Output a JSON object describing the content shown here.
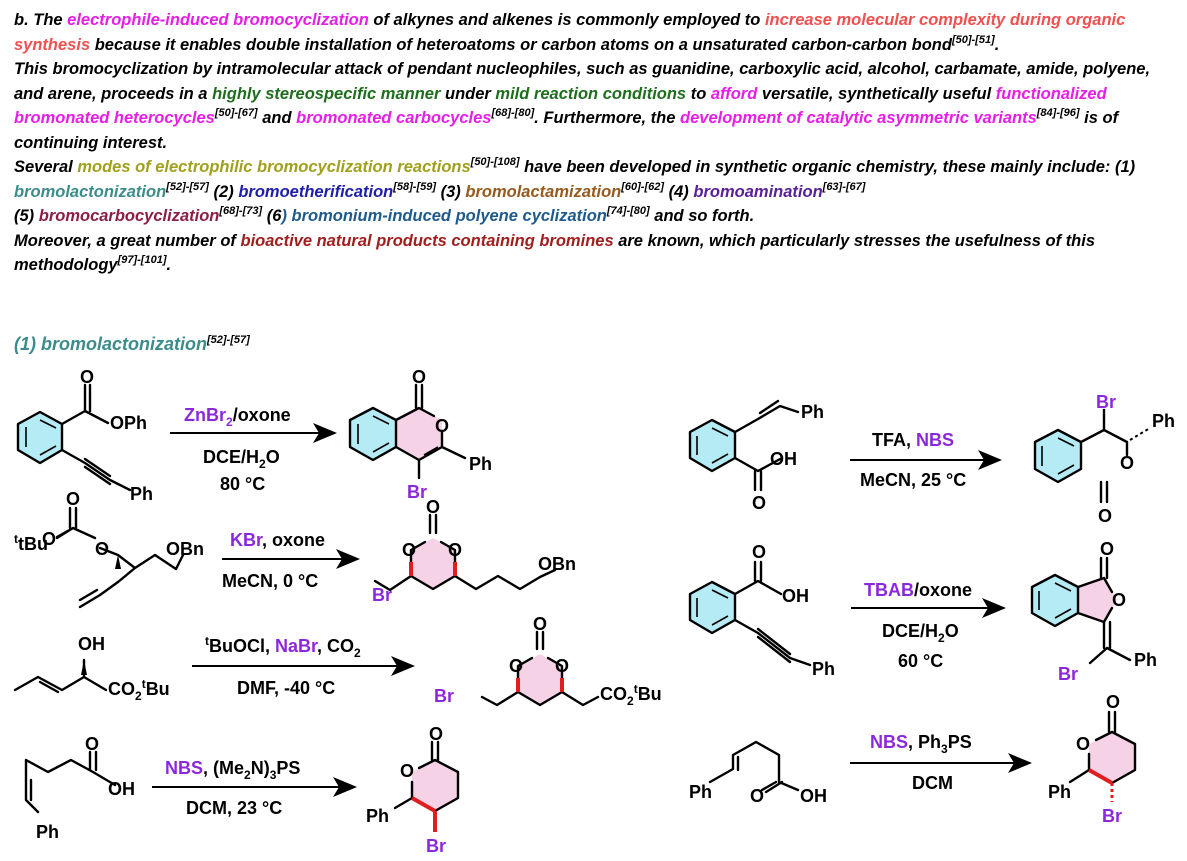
{
  "intro": {
    "sentences": [
      {
        "prefix": "b. The ",
        "hl1": "electrophile-induced bromocyclization",
        "mid1": " of alkynes and alkenes is commonly employed to ",
        "hl2": "increase molecular complexity during organic synthesis",
        "mid2": " because it enables double installation of heteroatoms or carbon atoms on a unsaturated carbon-carbon bond",
        "ref": "[50]-[51]",
        "end": "."
      },
      {
        "prefix": "This bromocyclization by intramolecular attack of pendant nucleophiles, such as guanidine, carboxylic acid, alcohol, carbamate, amide, polyene, and arene, proceeds in a ",
        "hl1": "highly stereospecific manner",
        "mid1": " under ",
        "hl2": "mild reaction conditions",
        "mid2": " to ",
        "hl3": "afford",
        "mid3": " versatile, synthetically useful ",
        "hl4": "functionalized bromonated heterocycles",
        "ref1": "[50]-[67]",
        "mid4": " and ",
        "hl5": "bromonated carbocycles",
        "ref2": "[68]-[80]",
        "mid5": ". Furthermore, the ",
        "hl6": "development of catalytic asymmetric variants",
        "ref3": "[84]-[96]",
        "end": " is of continuing interest."
      },
      {
        "prefix": "Several ",
        "hl1": "modes of electrophilic bromocyclization reactions",
        "ref": "[50]-[108]",
        "mid": " have been developed in synthetic organic chemistry, these mainly include: ",
        "modes": [
          {
            "num": "(1) ",
            "name": "bromolactonization",
            "ref": "[52]-[57]"
          },
          {
            "num": " (2) ",
            "name": "bromoetherification",
            "ref": "[58]-[59]"
          },
          {
            "num": " (3) ",
            "name": "bromolactamization",
            "ref": "[60]-[62]"
          },
          {
            "num": " (4) ",
            "name": "bromoamination",
            "ref": "[63]-[67]"
          },
          {
            "num": "(5) ",
            "name": "bromocarbocyclization",
            "ref": "[68]-[73]"
          },
          {
            "num": " (6",
            "name": ") bromonium-induced polyene cyclization",
            "ref": "[74]-[80]"
          }
        ],
        "end": " and so forth."
      },
      {
        "prefix": "Moreover, a great number of ",
        "hl1": "bioactive natural products containing bromines",
        "mid": " are known, which particularly stresses the usefulness of this methodology",
        "ref": "[97]-[101]",
        "end": "."
      }
    ]
  },
  "section": {
    "title": "(1) bromolactonization",
    "ref": "[52]-[57]"
  },
  "colors": {
    "magenta": "#e61ee6",
    "salmon": "#f05050",
    "green": "#1e6e1e",
    "navy": "#1e1e96",
    "olive": "#a0a01e",
    "teal": "#3c8c8c",
    "blue": "#1e1eaa",
    "brown": "#965a1e",
    "purple": "#5a1e96",
    "maroon": "#8c1e46",
    "steel": "#1e5a8c",
    "darkred": "#a01e1e",
    "reagent": "#8c28dc",
    "ring": "#b4ebf5",
    "lactone": "#f5d2e6"
  },
  "reactions": {
    "r1": {
      "reagent_hl": "ZnBr",
      "reagent_sub": "2",
      "reagent_rest": "/oxone",
      "cond1": "DCE/H",
      "cond1_sub": "2",
      "cond1_rest": "O",
      "cond2": "80 °C",
      "sm_labels": [
        "O",
        "OPh",
        "Ph"
      ],
      "pr_labels": [
        "O",
        "O",
        "Ph",
        "Br"
      ]
    },
    "r2": {
      "reagent_hl": "KBr",
      "reagent_rest": ", oxone",
      "cond1": "MeCN, 0 °C",
      "sm_labels": [
        "O",
        "O",
        "O",
        "tBu",
        "OBn"
      ],
      "pr_labels": [
        "O",
        "O",
        "O",
        "Br",
        "OBn"
      ]
    },
    "r3": {
      "reagent_pre": "BuOCl, ",
      "reagent_t": "t",
      "reagent_hl": "NaBr",
      "reagent_rest": ", CO",
      "reagent_sub": "2",
      "cond1": "DMF, -40 °C",
      "sm_labels": [
        "OH",
        "CO",
        "2",
        "t",
        "Bu"
      ],
      "pr_labels": [
        "O",
        "O",
        "O",
        "Br",
        "CO",
        "2",
        "t",
        "Bu"
      ]
    },
    "r4": {
      "reagent_hl": "NBS",
      "reagent_rest": ", (Me",
      "reagent_sub": "2",
      "reagent_rest2": "N)",
      "reagent_sub2": "3",
      "reagent_rest3": "PS",
      "cond1": "DCM, 23 °C",
      "sm_labels": [
        "O",
        "OH",
        "Ph"
      ],
      "pr_labels": [
        "O",
        "O",
        "Ph",
        "Br"
      ]
    },
    "r5": {
      "reagent_pre": "TFA, ",
      "reagent_hl": "NBS",
      "cond1": "MeCN, 25 °C",
      "sm_labels": [
        "Ph",
        "OH",
        "O"
      ],
      "pr_labels": [
        "Br",
        "Ph",
        "O",
        "O"
      ]
    },
    "r6": {
      "reagent_hl": "TBAB",
      "reagent_rest": "/oxone",
      "cond1": "DCE/H",
      "cond1_sub": "2",
      "cond1_rest": "O",
      "cond2": "60 °C",
      "sm_labels": [
        "O",
        "OH",
        "Ph"
      ],
      "pr_labels": [
        "O",
        "O",
        "Ph",
        "Br"
      ]
    },
    "r7": {
      "reagent_hl": "NBS",
      "reagent_rest": ", Ph",
      "reagent_sub": "3",
      "reagent_rest2": "PS",
      "cond1": "DCM",
      "sm_labels": [
        "Ph",
        "O",
        "OH"
      ],
      "pr_labels": [
        "O",
        "O",
        "Ph",
        "Br"
      ]
    }
  }
}
